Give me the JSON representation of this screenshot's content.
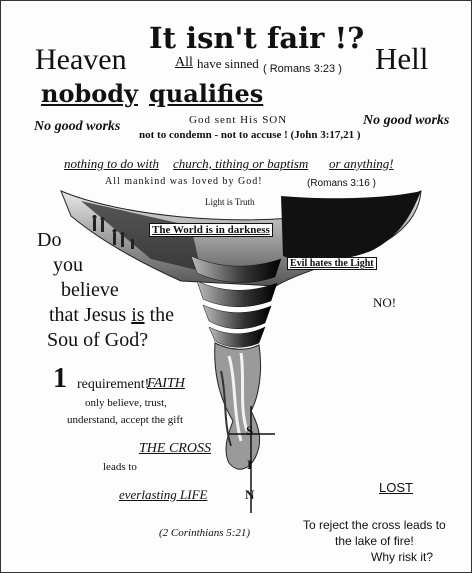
{
  "heading": {
    "title": "It isn't fair !?",
    "left": "Heaven",
    "right": "Hell",
    "nobody": "nobody",
    "qualifies": "qualifies",
    "all": "All",
    "have_sinned": "have sinned",
    "romans_323": "( Romans 3:23 )"
  },
  "works": {
    "left": "No good works",
    "right": "No good works"
  },
  "verses": {
    "god_sent": "God sent His SON",
    "not_condemn": "not to condemn - not to accuse ! (John 3:17,21 )",
    "nothing_prefix": "nothing to do with",
    "church": "church, tithing or baptism",
    "or_anything": "or anything!",
    "all_mankind": "All mankind was loved by God!",
    "romans_316": "(Romans 3:16 )",
    "light_truth": "Light  is Truth",
    "world_darkness": "The World is in darkness",
    "evil_hates": "Evil hates the Light"
  },
  "question": {
    "do": "Do",
    "you": "you",
    "believe": "believe",
    "that_jesus": "that Jesus",
    "is": "is",
    "the": "the",
    "son_of_god": "Sou of God?",
    "no": "NO!"
  },
  "requirement": {
    "one": "1",
    "requirement": "requirement!",
    "faith": "FAITH",
    "only_believe": "only believe, trust,",
    "understand": "understand, accept the gift",
    "the_cross": "THE CROSS",
    "leads_to": "leads to",
    "everlasting": "everlasting LIFE",
    "corinthians": "(2 Corinthians 5:21)"
  },
  "sin_letters": [
    "S",
    "I",
    "N"
  ],
  "lost": {
    "label": "LOST",
    "line1": "To reject the cross leads to",
    "line2": "the lake of fire!",
    "line3": "Why risk it?"
  }
}
